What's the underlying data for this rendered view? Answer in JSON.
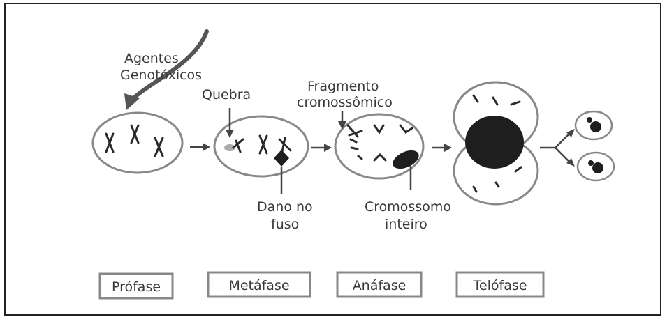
{
  "annotations": {
    "agentes_line1": "Agentes",
    "agentes_line2": "Genotóxicos",
    "quebra": "Quebra",
    "fragmento_line1": "Fragmento",
    "fragmento_line2": "cromossômico",
    "dano_line1": "Dano no",
    "dano_line2": "fuso",
    "cromossomo_line1": "Cromossomo",
    "cromossomo_line2": "inteiro"
  },
  "phases": [
    {
      "label": "Prófase"
    },
    {
      "label": "Metáfase"
    },
    {
      "label": "Anáfase"
    },
    {
      "label": "Telófase"
    }
  ],
  "colors": {
    "border": "#222222",
    "cell_outline": "#888888",
    "text": "#3a3a3a",
    "chromosome": "#222222"
  }
}
